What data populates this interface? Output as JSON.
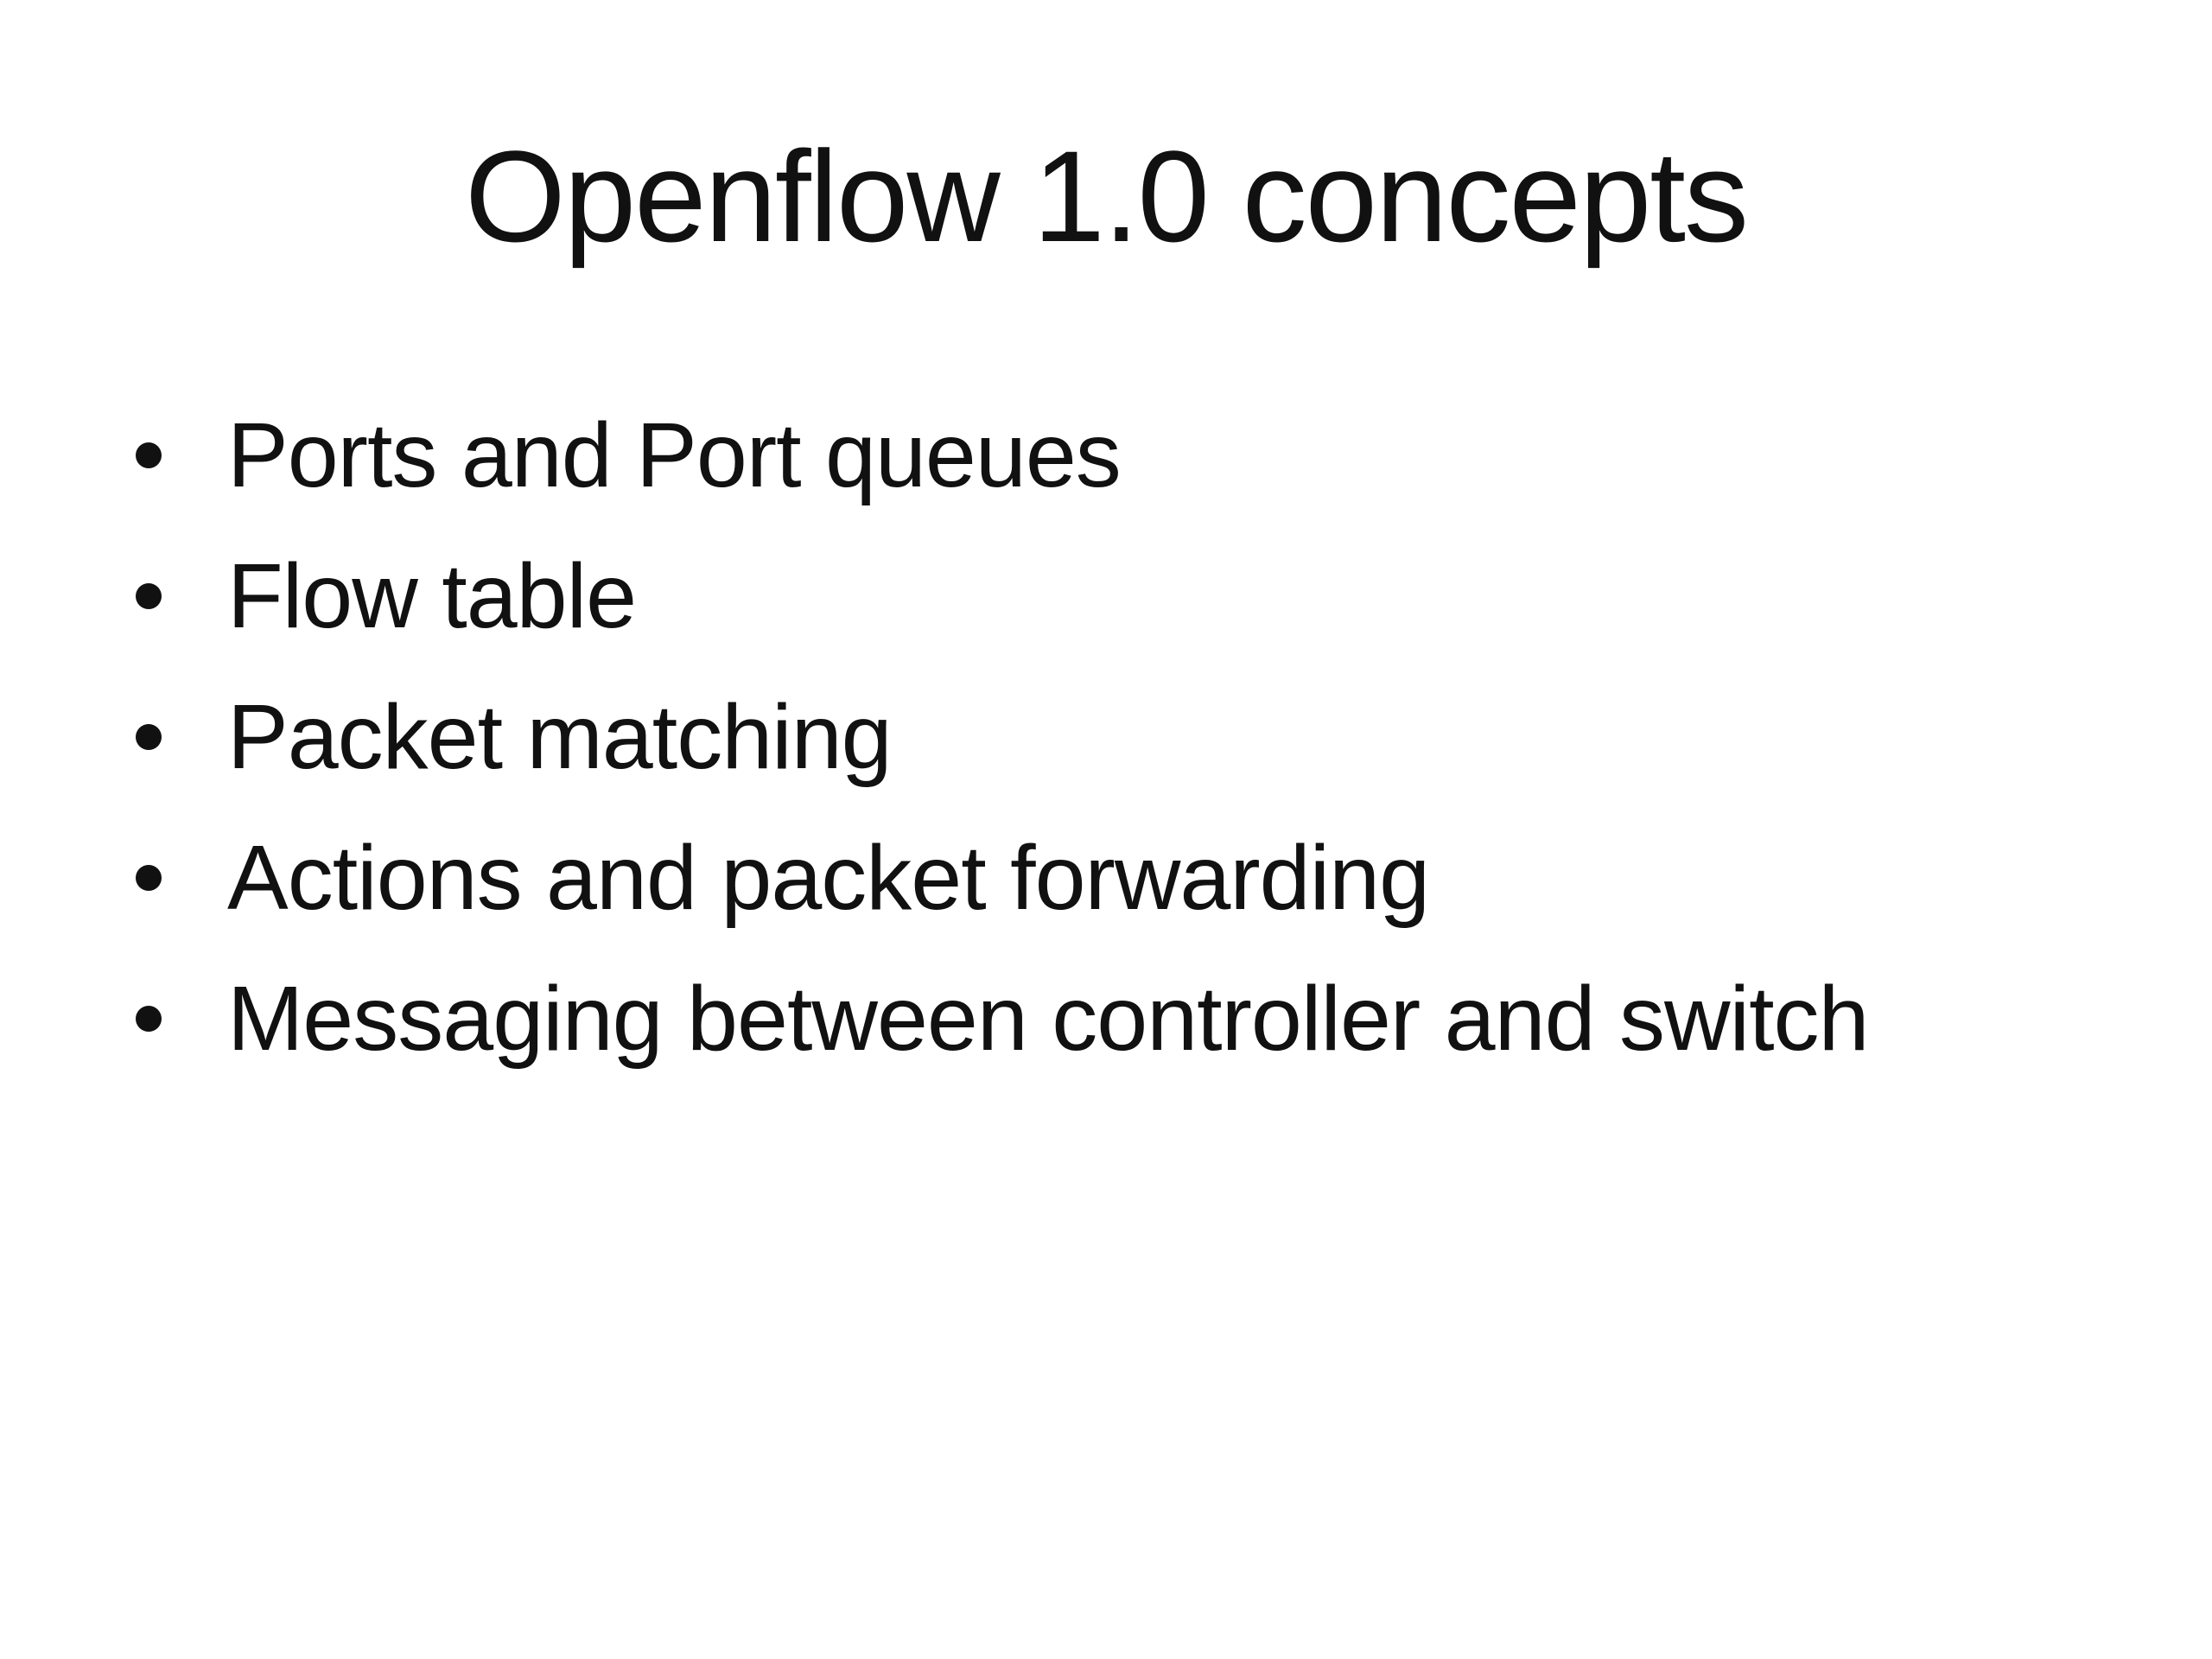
{
  "slide": {
    "title": "Openflow 1.0 concepts",
    "bullets": [
      "Ports and Port queues",
      "Flow table",
      "Packet matching",
      "Actions and packet forwarding",
      "Messaging between controller and switch"
    ],
    "colors": {
      "background": "#ffffff",
      "text": "#111111"
    }
  }
}
